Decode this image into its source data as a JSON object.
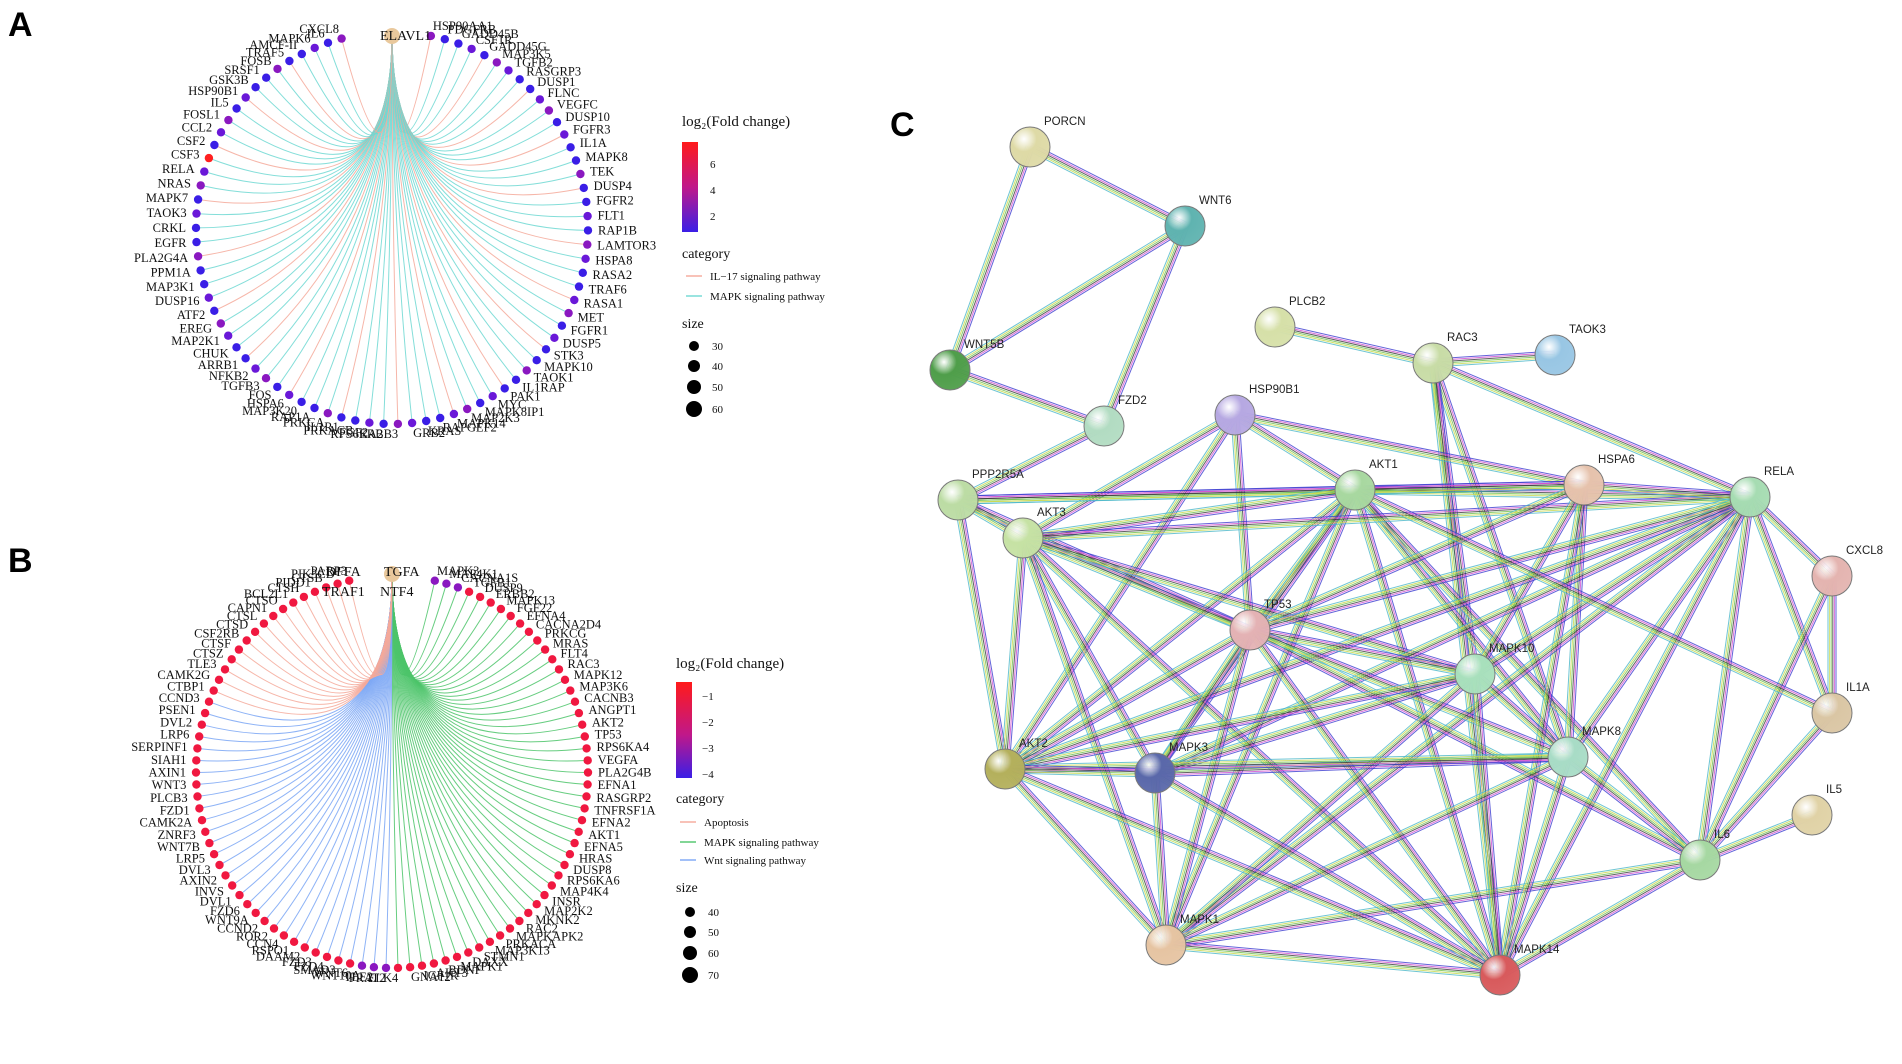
{
  "panels": {
    "A": {
      "letter": "A",
      "center_gene": "ELAVL1",
      "genes": [
        "HSP90AA1",
        "PDGFRB",
        "GADD45B",
        "CSF1R",
        "GADD45G",
        "MAP3K5",
        "TGFB2",
        "RASGRP3",
        "DUSP1",
        "FLNC",
        "VEGFC",
        "DUSP10",
        "FGFR3",
        "IL1A",
        "MAPK8",
        "TEK",
        "DUSP4",
        "FGFR2",
        "FLT1",
        "RAP1B",
        "LAMTOR3",
        "HSPA8",
        "RASA2",
        "TRAF6",
        "RASA1",
        "MET",
        "FGFR1",
        "DUSP5",
        "STK3",
        "MAPK10",
        "TAOK1",
        "IL1RAP",
        "PAK1",
        "MYC",
        "MAPK8IP1",
        "MAP2K3",
        "MAPK14",
        "RAPGEF2",
        "KRAS",
        "GRB2",
        "ERBB3",
        "RPS6KA2",
        "FGF2",
        "PRKACB",
        "IL1R1",
        "PRKCA",
        "RAP1A",
        "MAP3K20",
        "HSPA6",
        "FOS",
        "TGFB3",
        "NFKB2",
        "ARRB1",
        "CHUK",
        "MAP2K1",
        "EREG",
        "ATF2",
        "DUSP16",
        "MAP3K1",
        "PPM1A",
        "PLA2G4A",
        "EGFR",
        "CRKL",
        "TAOK3",
        "MAPK7",
        "NRAS",
        "RELA",
        "CSF3",
        "CSF2",
        "CCL2",
        "FOSL1",
        "IL5",
        "HSP90B1",
        "GSK3B",
        "SRSF1",
        "FOSB",
        "TRAF5",
        "AMCF-II",
        "MAPK6",
        "IL6",
        "CXCL8"
      ],
      "legend": {
        "color_title": "log₂(Fold change)",
        "color_ticks": [
          "6",
          "4",
          "2"
        ],
        "category_title": "category",
        "categories": [
          {
            "name": "IL−17 signaling pathway",
            "color": "#f4a99a"
          },
          {
            "name": "MAPK signaling pathway",
            "color": "#6fd8d2"
          }
        ],
        "size_title": "size",
        "sizes": [
          "30",
          "40",
          "50",
          "60"
        ]
      }
    },
    "B": {
      "letter": "B",
      "top_genes": [
        "DFFA",
        "TGFA",
        "TRAF1",
        "NTF4"
      ],
      "genes": [
        "MAPK3",
        "MAP4K1",
        "CACNA1S",
        "TGFB1",
        "DUSP9",
        "ERBB2",
        "MAPK13",
        "FGF22",
        "EFNA4",
        "CACNA2D4",
        "PRKCG",
        "MRAS",
        "FLT4",
        "RAC3",
        "MAPK12",
        "MAP3K6",
        "CACNB3",
        "ANGPT1",
        "AKT2",
        "TP53",
        "RPS6KA4",
        "VEGFA",
        "PLA2G4B",
        "EFNA1",
        "RASGRP2",
        "TNFRSF1A",
        "EFNA2",
        "AKT1",
        "EFNA5",
        "HRAS",
        "DUSP8",
        "RPS6KA6",
        "MAP4K4",
        "INSR",
        "MAP2K2",
        "MKNK2",
        "RAC2",
        "MAPKAPK2",
        "PRKACA",
        "MAP3K13",
        "STMN1",
        "DAXX",
        "MAPK1",
        "BDNF",
        "AKT3",
        "IGF1R",
        "GNA12",
        "ELK4",
        "FRAT2",
        "TLE2",
        "WNT10A",
        "WNT6",
        "SMAD3",
        "FZD4",
        "FZD3",
        "DAAM2",
        "RSPO1",
        "CCN4",
        "ROR2",
        "CCND2",
        "WNT9A",
        "FZD6",
        "DVL1",
        "INVS",
        "AXIN2",
        "DVL3",
        "LRP5",
        "WNT7B",
        "ZNRF3",
        "CAMK2A",
        "FZD1",
        "PLCB3",
        "WNT3",
        "AXIN1",
        "SIAH1",
        "SERPINF1",
        "LRP6",
        "DVL2",
        "PSEN1",
        "CCND3",
        "CTBP1",
        "CAMK2G",
        "TLE3",
        "CTSZ",
        "CTSF",
        "CSF2RB",
        "CTSD",
        "CTSL",
        "CAPN1",
        "CTSO",
        "BCL2L1",
        "CTSH",
        "PIDD1",
        "CTSB",
        "PIK3CD",
        "PARP3"
      ],
      "legend": {
        "color_title": "log₂(Fold change)",
        "color_ticks": [
          "−1",
          "−2",
          "−3",
          "−4"
        ],
        "category_title": "category",
        "categories": [
          {
            "name": "Apoptosis",
            "color": "#f4a99a"
          },
          {
            "name": "MAPK signaling pathway",
            "color": "#4cc46a"
          },
          {
            "name": "Wnt signaling pathway",
            "color": "#7aa6f5"
          }
        ],
        "size_title": "size",
        "sizes": [
          "40",
          "50",
          "60",
          "70"
        ]
      }
    },
    "C": {
      "letter": "C",
      "nodes": [
        {
          "id": "PORCN",
          "color": "#dedaa6"
        },
        {
          "id": "WNT6",
          "color": "#5fb3b0"
        },
        {
          "id": "WNT5B",
          "color": "#4f9e4a"
        },
        {
          "id": "FZD2",
          "color": "#b2dcc2"
        },
        {
          "id": "PLCB2",
          "color": "#d6e0a8"
        },
        {
          "id": "RAC3",
          "color": "#c8dca6"
        },
        {
          "id": "TAOK3",
          "color": "#98c6e4"
        },
        {
          "id": "HSP90B1",
          "color": "#b6a8e2"
        },
        {
          "id": "PPP2R5A",
          "color": "#bcdca4"
        },
        {
          "id": "AKT1",
          "color": "#a8d8a0"
        },
        {
          "id": "HSPA6",
          "color": "#e6c2ac"
        },
        {
          "id": "RELA",
          "color": "#a6dcb2"
        },
        {
          "id": "AKT3",
          "color": "#c6e2a4"
        },
        {
          "id": "CXCL8",
          "color": "#e4b4b0"
        },
        {
          "id": "TP53",
          "color": "#e4b2b4"
        },
        {
          "id": "MAPK10",
          "color": "#a8e0bc"
        },
        {
          "id": "IL1A",
          "color": "#dac6a4"
        },
        {
          "id": "MAPK8",
          "color": "#a8dcc6"
        },
        {
          "id": "AKT2",
          "color": "#b4b05c"
        },
        {
          "id": "MAPK3",
          "color": "#5a68aa"
        },
        {
          "id": "IL5",
          "color": "#e0d2a6"
        },
        {
          "id": "IL6",
          "color": "#a6d8a2"
        },
        {
          "id": "MAPK1",
          "color": "#e6c4a2"
        },
        {
          "id": "MAPK14",
          "color": "#d85a5c"
        }
      ]
    }
  }
}
